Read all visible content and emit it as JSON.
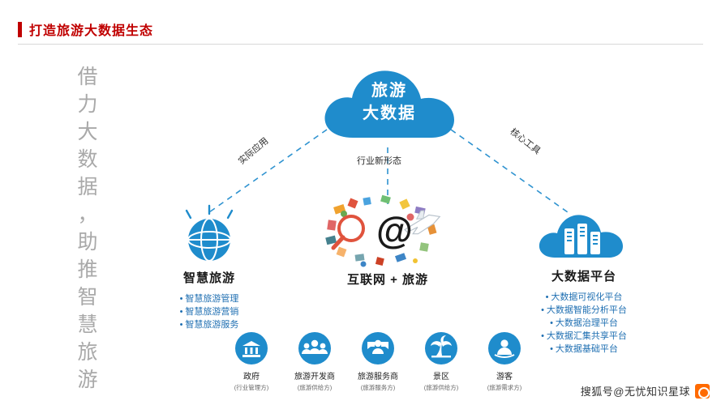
{
  "header": {
    "title": "打造旅游大数据生态"
  },
  "side_text": [
    "借",
    "力",
    "大",
    "数",
    "据",
    "，",
    "助",
    "推",
    "智",
    "慧",
    "旅",
    "游"
  ],
  "cloud": {
    "line1": "旅游",
    "line2": "大数据",
    "color": "#1f8ccc"
  },
  "connectors": {
    "left": "实际应用",
    "middle": "行业新形态",
    "right": "核心工具"
  },
  "nodes": [
    {
      "key": "smart-tourism",
      "title": "智慧旅游",
      "icon": "globe-icon",
      "bullets": [
        "智慧旅游管理",
        "智慧旅游营销",
        "智慧旅游服务"
      ]
    },
    {
      "key": "internet-plus-tourism",
      "title": "互联网 + 旅游",
      "icon": "at-collage-icon",
      "bullets": []
    },
    {
      "key": "bigdata-platform",
      "title": "大数据平台",
      "icon": "cloud-server-icon",
      "bullets": [
        "大数据可视化平台",
        "大数据智能分析平台",
        "大数据治理平台",
        "大数据汇集共享平台",
        "大数据基础平台"
      ]
    }
  ],
  "roles": [
    {
      "icon": "bank-icon",
      "name": "政府",
      "sub": "(行业管理方)"
    },
    {
      "icon": "group-icon",
      "name": "旅游开发商",
      "sub": "(旅游供给方)"
    },
    {
      "icon": "service-icon",
      "name": "旅游服务商",
      "sub": "(旅游服务方)"
    },
    {
      "icon": "palm-icon",
      "name": "景区",
      "sub": "(旅游供给方)"
    },
    {
      "icon": "person-icon",
      "name": "游客",
      "sub": "(旅游需求方)"
    }
  ],
  "watermark": {
    "text": "搜狐号@无忧知识星球",
    "accent": "#ff6a00"
  }
}
